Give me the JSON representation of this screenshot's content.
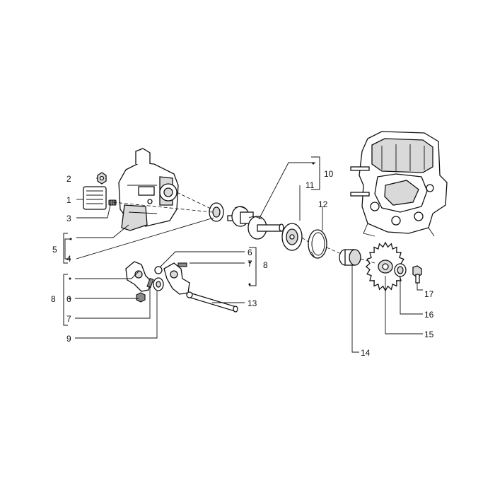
{
  "callouts": {
    "c1": "1",
    "c2": "2",
    "c3": "3",
    "c4": "4",
    "c5": "5",
    "c6a": "6",
    "c6b": "6",
    "c7a": "7",
    "c7b": "7",
    "c8a": "8",
    "c8b": "8",
    "c9": "9",
    "c10": "10",
    "c11": "11",
    "c12": "12",
    "c13": "13",
    "c14": "14",
    "c15": "15",
    "c16": "16",
    "c17": "17"
  },
  "colors": {
    "line": "#111111",
    "shade": "#d9d9d9",
    "dark": "#8a8a8a",
    "background": "#ffffff"
  }
}
